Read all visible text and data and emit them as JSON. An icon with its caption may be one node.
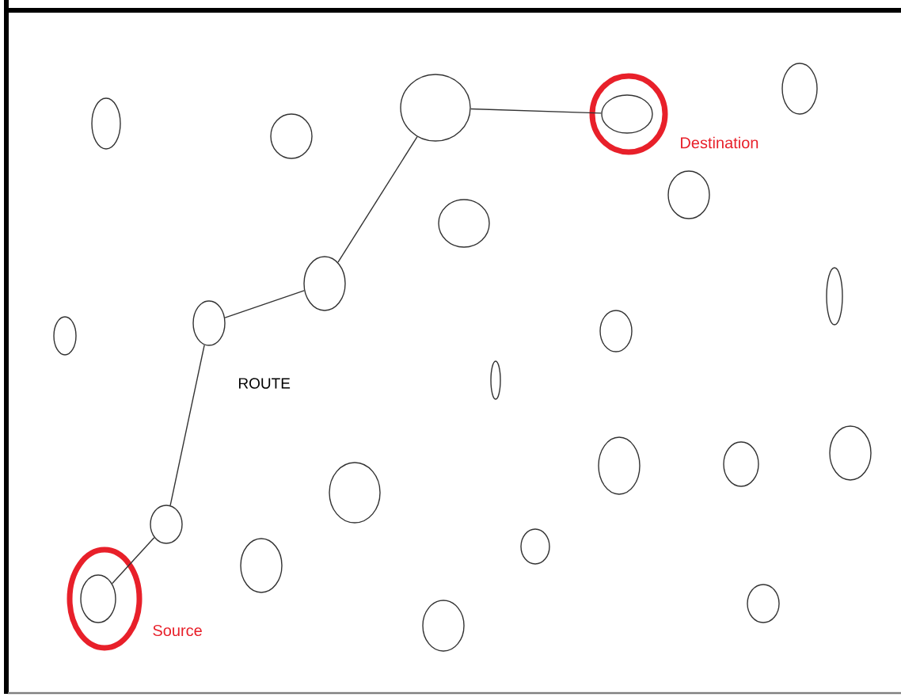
{
  "diagram": {
    "nodes": [
      {
        "text": [],
        "shape": "circle"
      },
      {
        "text": [],
        "shape": "circle"
      },
      {
        "text": [],
        "shape": "circle",
        "beside": [
          "Destination"
        ]
      },
      {
        "text": [],
        "shape": "circle"
      },
      {
        "text": [],
        "shape": "circle"
      },
      {
        "text": [],
        "shape": "circle"
      },
      {
        "text": [],
        "shape": "circle"
      },
      {
        "text": [],
        "shape": "circle"
      },
      {
        "text": [],
        "shape": "circle"
      },
      {
        "text": [],
        "shape": "circle"
      },
      {
        "text": [],
        "shape": "circle"
      },
      {
        "text": [],
        "shape": "circle"
      },
      {
        "text": [],
        "shape": "circle"
      },
      {
        "text": [],
        "shape": "circle"
      },
      {
        "text": [],
        "shape": "circle"
      },
      {
        "text": [],
        "shape": "circle"
      },
      {
        "text": [],
        "shape": "circle"
      },
      {
        "text": [],
        "shape": "circle"
      },
      {
        "text": [],
        "shape": "circle"
      },
      {
        "text": [],
        "shape": "circle"
      },
      {
        "text": [],
        "shape": "circle",
        "beside": [
          "Source"
        ]
      },
      {
        "text": [],
        "shape": "circle"
      },
      {
        "text": [],
        "shape": "circle"
      }
    ],
    "edges": [
      {
        "from": 20,
        "to": 17,
        "arrow": "none"
      },
      {
        "from": 17,
        "to": 9,
        "arrow": "none"
      },
      {
        "from": 9,
        "to": 7,
        "arrow": "none"
      },
      {
        "from": 7,
        "to": 1,
        "arrow": "none"
      },
      {
        "from": 1,
        "to": 2,
        "arrow": "none"
      }
    ],
    "labels": [
      "ROUTE"
    ]
  }
}
